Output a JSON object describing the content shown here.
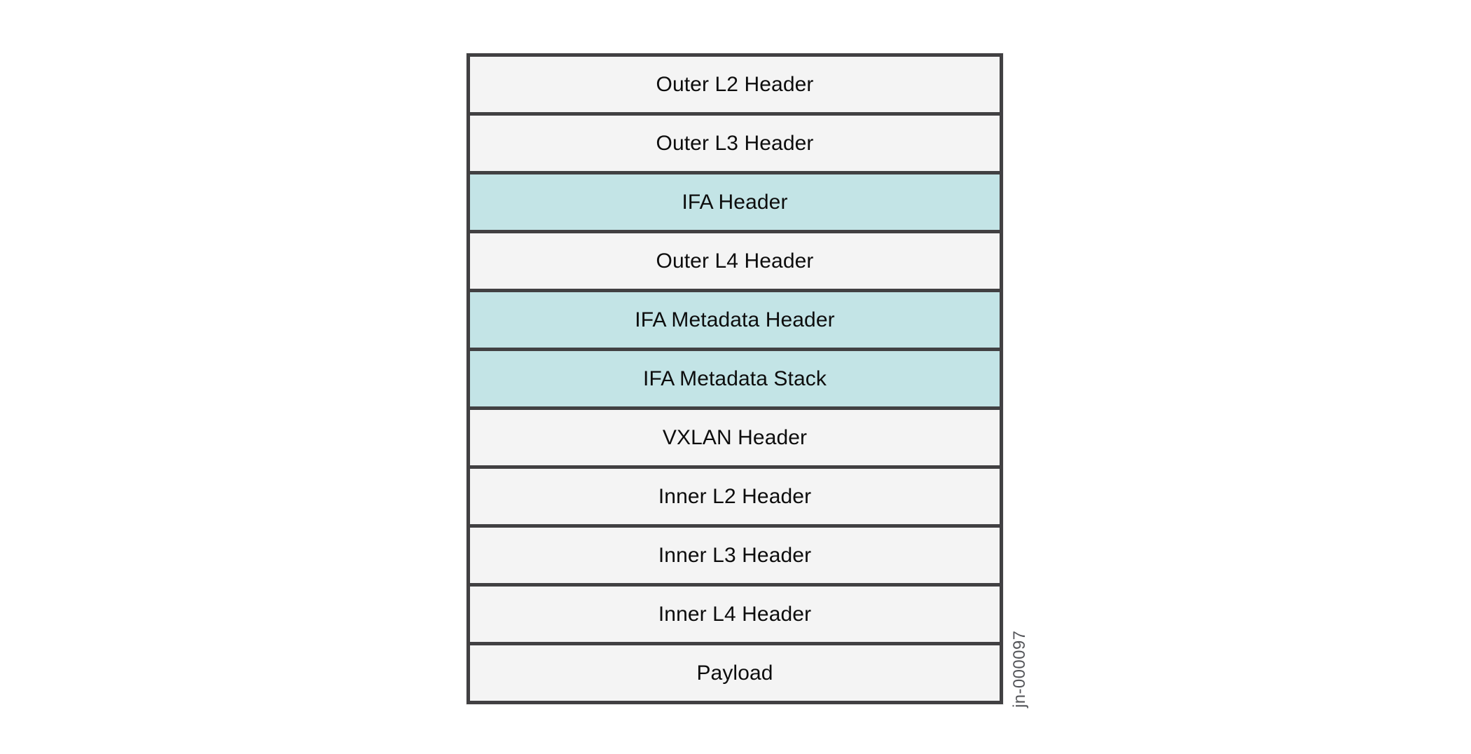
{
  "figure": {
    "watermark": "jn-000097",
    "background_color": "#ffffff",
    "border_color": "#414042",
    "default_row_color": "#f4f4f4",
    "highlight_row_color": "#c3e4e6",
    "text_color": "#0d0d0d"
  },
  "diagram": {
    "type": "packet-header-stack",
    "title": "",
    "rows": [
      {
        "label": "Outer L2 Header",
        "highlighted": false
      },
      {
        "label": "Outer L3 Header",
        "highlighted": false
      },
      {
        "label": "IFA Header",
        "highlighted": true
      },
      {
        "label": "Outer L4 Header",
        "highlighted": false
      },
      {
        "label": "IFA Metadata Header",
        "highlighted": true
      },
      {
        "label": "IFA Metadata Stack",
        "highlighted": true
      },
      {
        "label": "VXLAN Header",
        "highlighted": false
      },
      {
        "label": "Inner L2 Header",
        "highlighted": false
      },
      {
        "label": "Inner L3 Header",
        "highlighted": false
      },
      {
        "label": "Inner L4 Header",
        "highlighted": false
      },
      {
        "label": "Payload",
        "highlighted": false
      }
    ]
  }
}
